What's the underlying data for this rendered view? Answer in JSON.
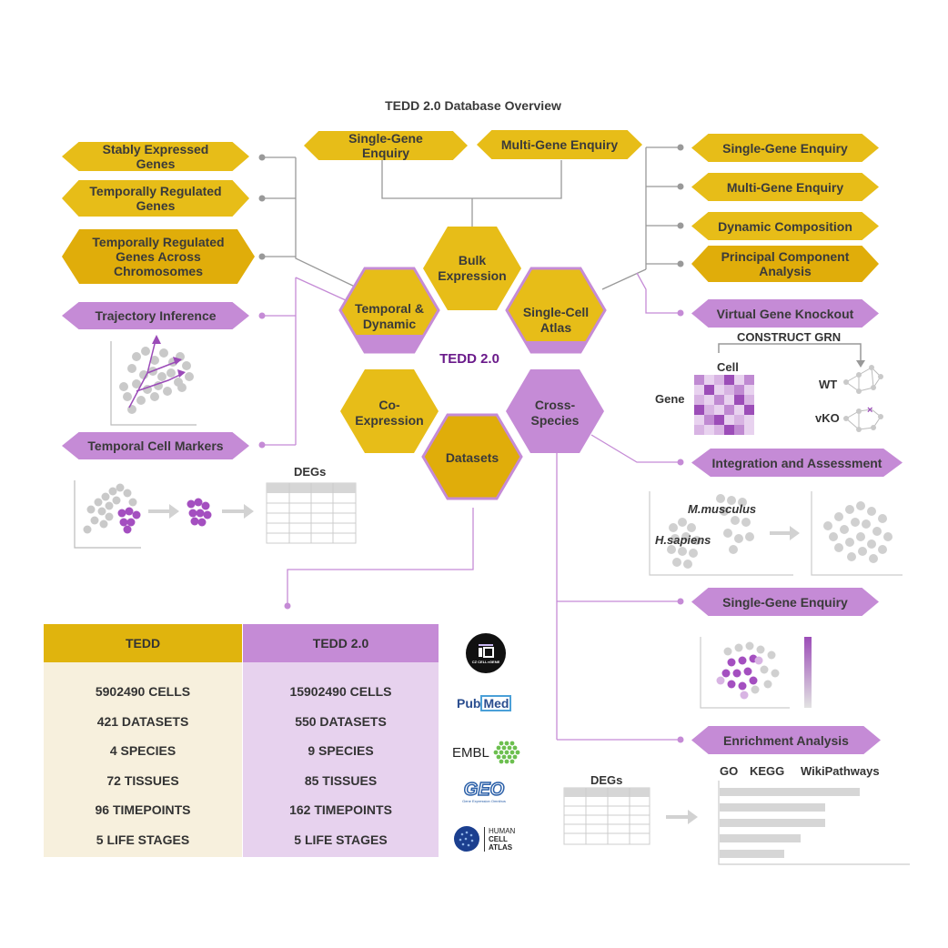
{
  "title": "TEDD 2.0 Database Overview",
  "center_label": "TEDD 2.0",
  "hexagons": {
    "bulk": "Bulk Expression",
    "temporal": "Temporal & Dynamic",
    "single_cell": "Single-Cell Atlas",
    "coexpression": "Co-Expression",
    "cross_species": "Cross-Species",
    "datasets": "Datasets"
  },
  "top_tags": {
    "single_gene": "Single-Gene Enquiry",
    "multi_gene": "Multi-Gene Enquiry"
  },
  "left_tags": {
    "stably": "Stably Expressed Genes",
    "temporally": "Temporally Regulated Genes",
    "across_chrom": "Temporally Regulated Genes Across Chromosomes",
    "trajectory": "Trajectory Inference",
    "markers": "Temporal Cell Markers"
  },
  "right_tags": {
    "single_gene": "Single-Gene Enquiry",
    "multi_gene": "Multi-Gene Enquiry",
    "dynamic": "Dynamic Composition",
    "pca": "Principal Component Analysis",
    "knockout": "Virtual Gene Knockout",
    "integration": "Integration and Assessment",
    "cs_single_gene": "Single-Gene Enquiry",
    "enrichment": "Enrichment Analysis"
  },
  "grn": {
    "construct": "CONSTRUCT GRN",
    "cell": "Cell",
    "gene": "Gene",
    "wt": "WT",
    "vko": "vKO"
  },
  "integration": {
    "m_musculus": "M.musculus",
    "h_sapiens": "H.sapiens"
  },
  "degs_left": "DEGs",
  "degs_right": "DEGs",
  "enrichment_chart": {
    "labels": [
      "GO",
      "KEGG",
      "WikiPathways"
    ],
    "bars": [
      1.0,
      0.75,
      0.75,
      0.58,
      0.46
    ]
  },
  "table": {
    "tedd": {
      "header": "TEDD",
      "rows": [
        "5902490 CELLS",
        "421 DATASETS",
        "4 SPECIES",
        "72 TISSUES",
        "96 TIMEPOINTS",
        "5 LIFE STAGES"
      ]
    },
    "tedd2": {
      "header": "TEDD 2.0",
      "rows": [
        "15902490 CELLS",
        "550 DATASETS",
        "9 SPECIES",
        "85 TISSUES",
        "162 TIMEPOINTS",
        "5 LIFE STAGES"
      ]
    }
  },
  "logos": {
    "cellxgene": "CZ CELL×GENE",
    "pubmed_a": "Pub",
    "pubmed_b": "Med",
    "embl": "EMBL",
    "geo": "GEO",
    "geo_sub": "Gene Expression Omnibus",
    "hca_1": "HUMAN",
    "hca_2": "CELL",
    "hca_3": "ATLAS"
  },
  "colors": {
    "yellow": "#e7bd18",
    "yellow_dark": "#e0ad0a",
    "purple": "#c58bd6",
    "purple_dark": "#8e44ad",
    "tedd_bg": "#f7f0dd",
    "tedd2_bg": "#e7d2ee"
  }
}
